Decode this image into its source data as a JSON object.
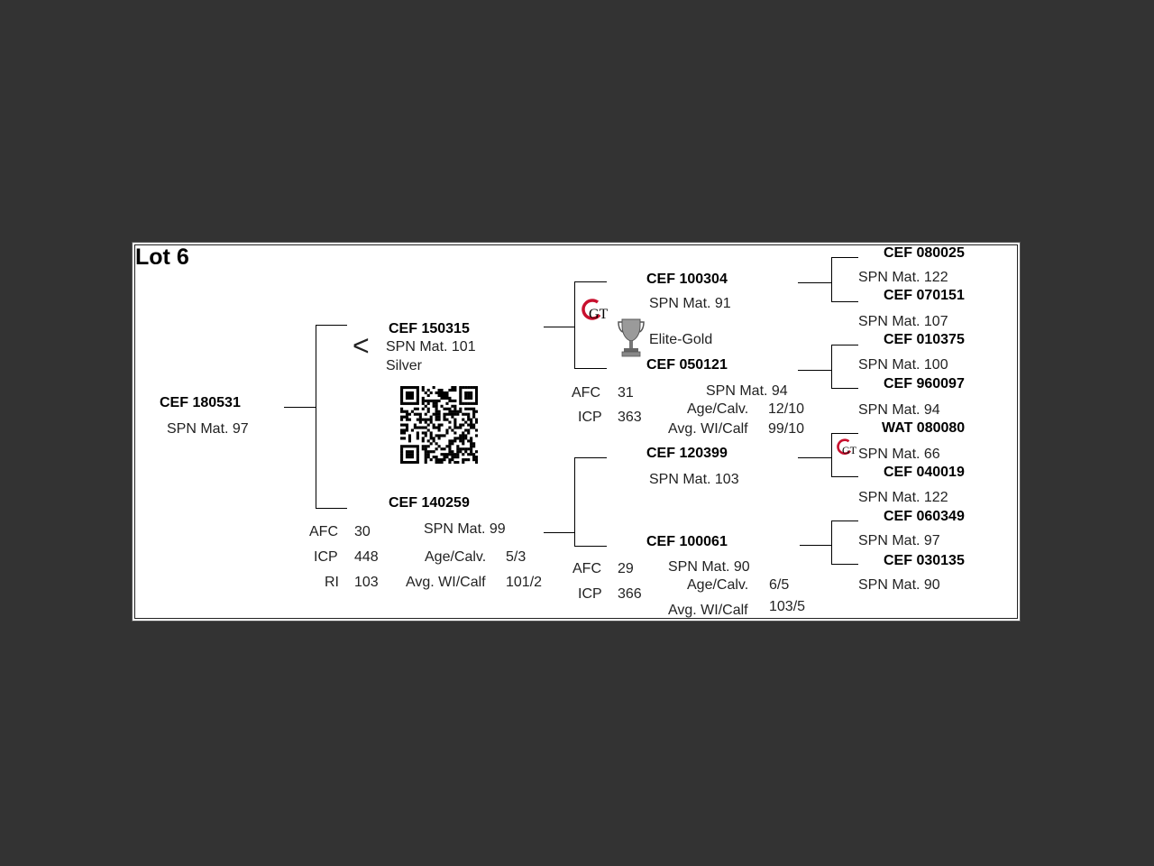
{
  "lot_title": "Lot 6",
  "subject": {
    "id": "CEF 180531",
    "spn": "SPN Mat. 97"
  },
  "sire": {
    "id": "CEF 150315",
    "spn": "SPN Mat. 101",
    "award": "Silver",
    "marker": "<"
  },
  "dam": {
    "id": "CEF 140259",
    "spn": "SPN Mat. 99",
    "stats": {
      "afc_label": "AFC",
      "afc": "30",
      "icp_label": "ICP",
      "icp": "448",
      "ri_label": "RI",
      "ri": "103",
      "age_label": "Age/Calv.",
      "age": "5/3",
      "wi_label": "Avg. WI/Calf",
      "wi": "101/2"
    }
  },
  "ss": {
    "id": "CEF 100304",
    "spn": "SPN Mat. 91",
    "award": "Elite-Gold"
  },
  "sd": {
    "id": "CEF 050121",
    "spn": "SPN Mat. 94",
    "stats": {
      "afc_label": "AFC",
      "afc": "31",
      "icp_label": "ICP",
      "icp": "363",
      "age_label": "Age/Calv.",
      "age": "12/10",
      "wi_label": "Avg. WI/Calf",
      "wi": "99/10"
    }
  },
  "ds": {
    "id": "CEF 120399",
    "spn": "SPN Mat. 103"
  },
  "dd": {
    "id": "CEF 100061",
    "spn": "SPN Mat. 90",
    "stats": {
      "afc_label": "AFC",
      "afc": "29",
      "icp_label": "ICP",
      "icp": "366",
      "age_label": "Age/Calv.",
      "age": "6/5",
      "wi_label": "Avg. WI/Calf",
      "wi": "103/5"
    }
  },
  "gg": [
    {
      "id": "CEF 080025",
      "spn": "SPN Mat. 122"
    },
    {
      "id": "CEF 070151",
      "spn": "SPN Mat. 107"
    },
    {
      "id": "CEF 010375",
      "spn": "SPN Mat. 100"
    },
    {
      "id": "CEF 960097",
      "spn": "SPN Mat. 94"
    },
    {
      "id": "WAT 080080",
      "spn": "SPN Mat. 66"
    },
    {
      "id": "CEF 040019",
      "spn": "SPN Mat. 122"
    },
    {
      "id": "CEF 060349",
      "spn": "SPN Mat. 97"
    },
    {
      "id": "CEF 030135",
      "spn": "SPN Mat. 90"
    }
  ],
  "logo_text": "GT",
  "colors": {
    "logo_red": "#c8102e",
    "trophy": "#9a9a9a"
  }
}
